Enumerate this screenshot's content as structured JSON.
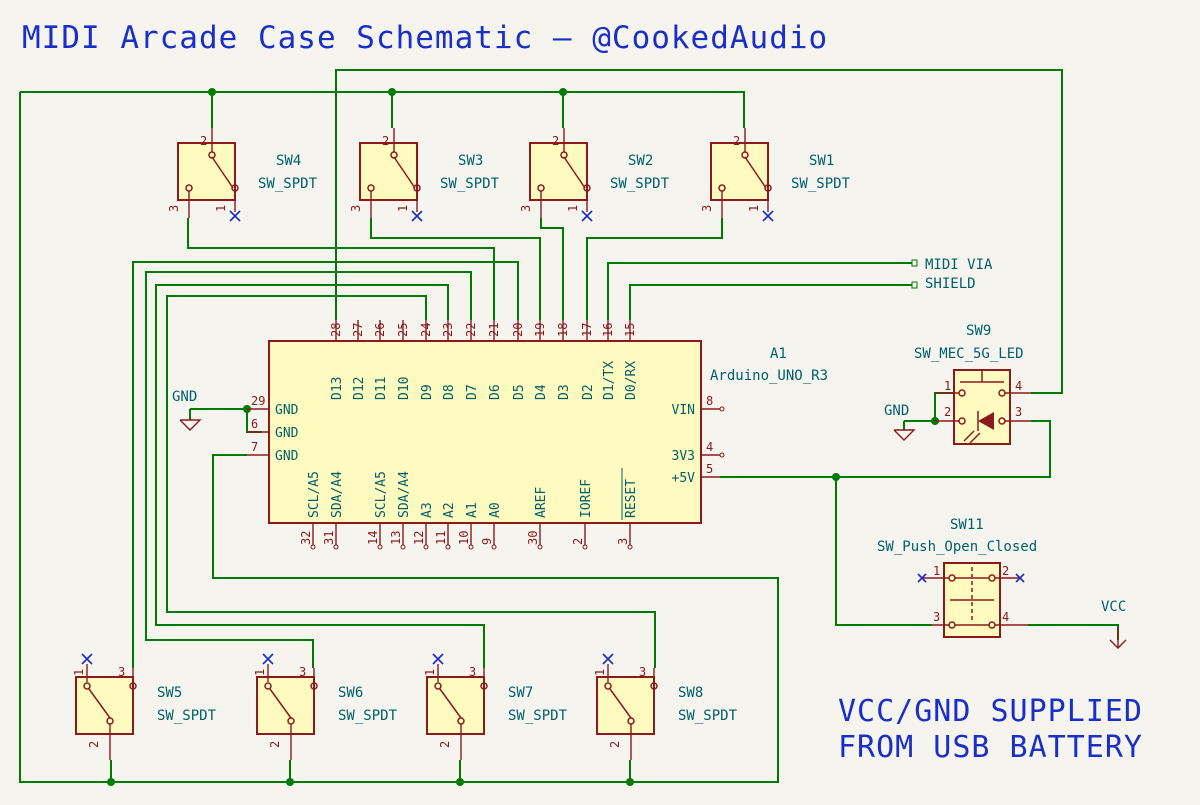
{
  "title": "MIDI Arcade Case Schematic — @CookedAudio",
  "note_line1": "VCC/GND SUPPLIED",
  "note_line2": "FROM USB BATTERY",
  "arduino": {
    "ref": "A1",
    "value": "Arduino_UNO_R3",
    "top_pins": [
      {
        "num": "28",
        "name": "D13"
      },
      {
        "num": "27",
        "name": "D12"
      },
      {
        "num": "26",
        "name": "D11"
      },
      {
        "num": "25",
        "name": "D10"
      },
      {
        "num": "24",
        "name": "D9"
      },
      {
        "num": "23",
        "name": "D8"
      },
      {
        "num": "22",
        "name": "D7"
      },
      {
        "num": "21",
        "name": "D6"
      },
      {
        "num": "20",
        "name": "D5"
      },
      {
        "num": "19",
        "name": "D4"
      },
      {
        "num": "18",
        "name": "D3"
      },
      {
        "num": "17",
        "name": "D2"
      },
      {
        "num": "16",
        "name": "D1/TX"
      },
      {
        "num": "15",
        "name": "D0/RX"
      }
    ],
    "bottom_pins": [
      {
        "num": "32",
        "name": "SCL/A5"
      },
      {
        "num": "31",
        "name": "SDA/A4"
      },
      {
        "num": "14",
        "name": "SCL/A5"
      },
      {
        "num": "13",
        "name": "SDA/A4"
      },
      {
        "num": "12",
        "name": "A3"
      },
      {
        "num": "11",
        "name": "A2"
      },
      {
        "num": "10",
        "name": "A1"
      },
      {
        "num": "9",
        "name": "A0"
      },
      {
        "num": "30",
        "name": "AREF"
      },
      {
        "num": "2",
        "name": "IOREF"
      },
      {
        "num": "3",
        "name": "RESET"
      }
    ],
    "left_pins": [
      {
        "num": "29",
        "name": "GND"
      },
      {
        "num": "6",
        "name": "GND"
      },
      {
        "num": "7",
        "name": "GND"
      }
    ],
    "right_pins": [
      {
        "num": "8",
        "name": "VIN"
      },
      {
        "num": "4",
        "name": "3V3"
      },
      {
        "num": "5",
        "name": "+5V"
      }
    ]
  },
  "switches_top": [
    {
      "ref": "SW4",
      "value": "SW_SPDT"
    },
    {
      "ref": "SW3",
      "value": "SW_SPDT"
    },
    {
      "ref": "SW2",
      "value": "SW_SPDT"
    },
    {
      "ref": "SW1",
      "value": "SW_SPDT"
    }
  ],
  "switches_bottom": [
    {
      "ref": "SW5",
      "value": "SW_SPDT"
    },
    {
      "ref": "SW6",
      "value": "SW_SPDT"
    },
    {
      "ref": "SW7",
      "value": "SW_SPDT"
    },
    {
      "ref": "SW8",
      "value": "SW_SPDT"
    }
  ],
  "sw9": {
    "ref": "SW9",
    "value": "SW_MEC_5G_LED",
    "pins": [
      "1",
      "2",
      "3",
      "4"
    ]
  },
  "sw11": {
    "ref": "SW11",
    "value": "SW_Push_Open_Closed",
    "pins": [
      "1",
      "2",
      "3",
      "4"
    ]
  },
  "spdt_pins": [
    "1",
    "2",
    "3"
  ],
  "net_labels": {
    "midi": "MIDI VIA",
    "shield": "SHIELD"
  },
  "power": {
    "gnd_left": "GND",
    "gnd_right": "GND",
    "vcc": "VCC"
  },
  "colors": {
    "wire": "#007a00",
    "symbol": "#8b1a1a",
    "fill": "#fffac0",
    "text": "#00606a",
    "note": "#1a2fc8"
  }
}
